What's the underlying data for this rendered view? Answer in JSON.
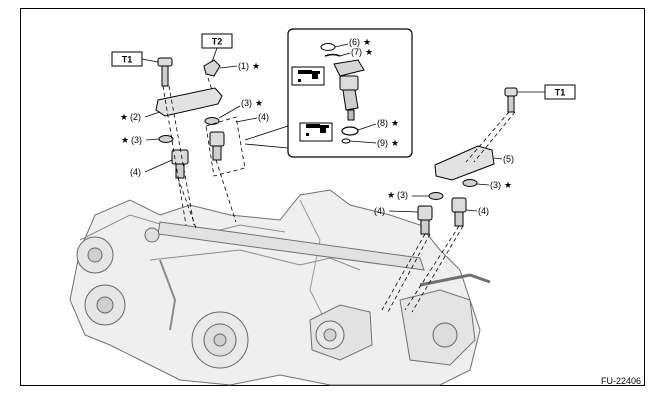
{
  "figure_id": "FU-22406",
  "star_glyph": "★",
  "torque_boxes": [
    "T1",
    "T2",
    "T1"
  ],
  "labels": {
    "p1": "(1)",
    "p2": "(2)",
    "p3a": "(3)",
    "p3b": "(3)",
    "p3c": "(3)",
    "p3d": "(3)",
    "p4a": "(4)",
    "p4b": "(4)",
    "p4c": "(4)",
    "p4d": "(4)",
    "p5": "(5)",
    "p6": "(6)",
    "p7": "(7)",
    "p8": "(8)",
    "p9": "(9)"
  },
  "colors": {
    "line": "#000000",
    "engine_fill": "#efefef",
    "engine_stroke": "#707070"
  }
}
